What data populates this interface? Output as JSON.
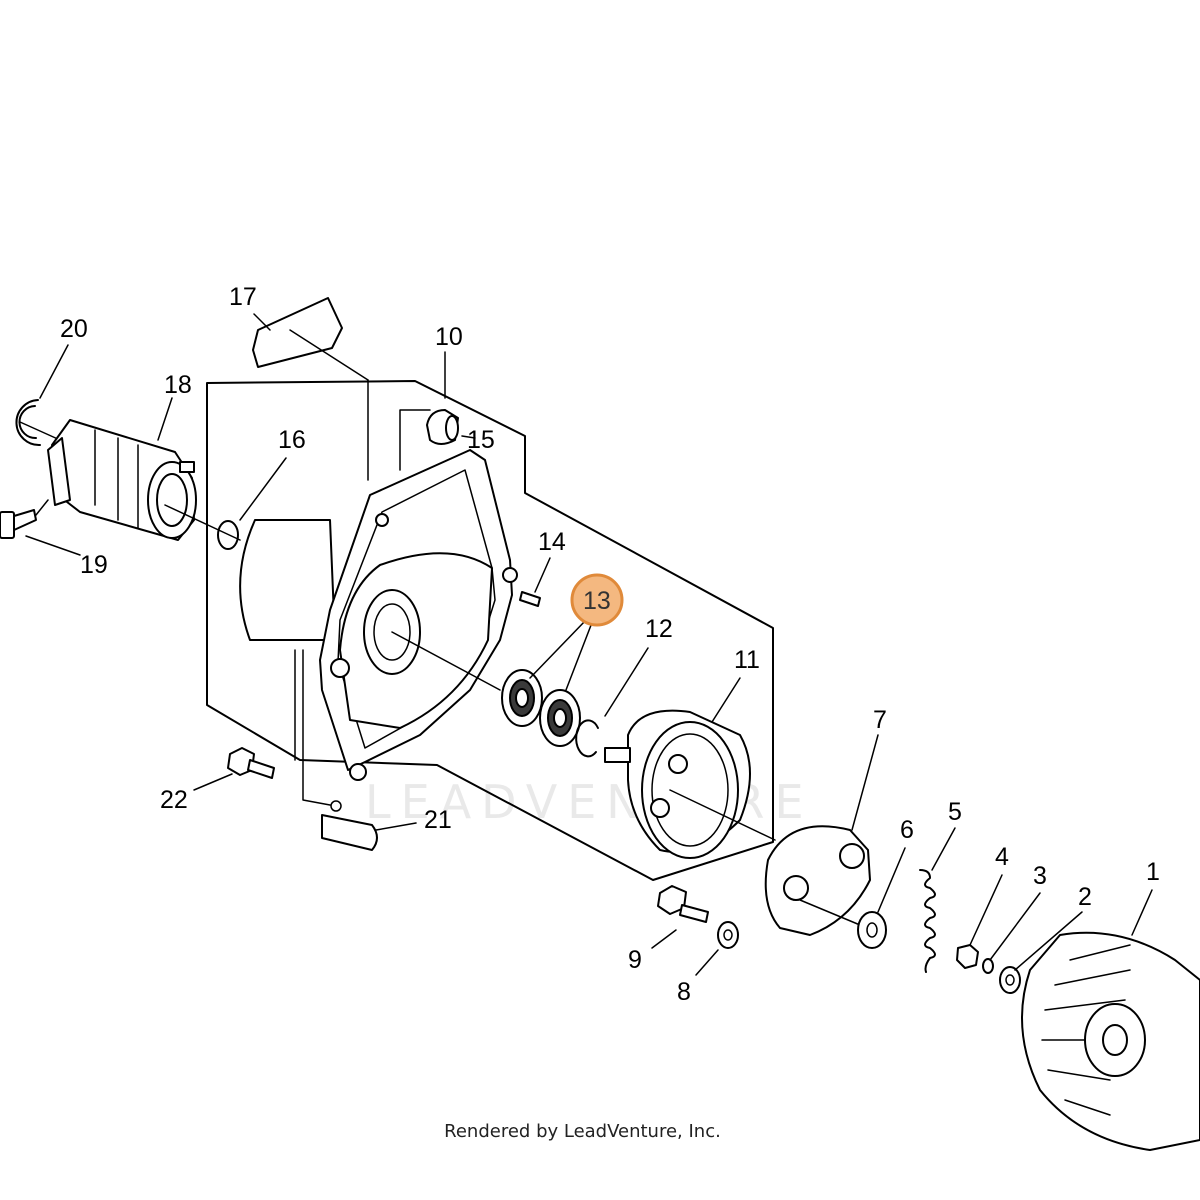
{
  "diagram": {
    "watermark": "LEADVENTURE",
    "credit": "Rendered by LeadVenture, Inc.",
    "highlight_color": "#f4b880",
    "highlight_stroke": "#e08a3a",
    "highlighted_callout": "13",
    "callouts": [
      "1",
      "2",
      "3",
      "4",
      "5",
      "6",
      "7",
      "8",
      "9",
      "10",
      "11",
      "12",
      "13",
      "14",
      "15",
      "16",
      "17",
      "18",
      "19",
      "20",
      "21",
      "22"
    ]
  }
}
